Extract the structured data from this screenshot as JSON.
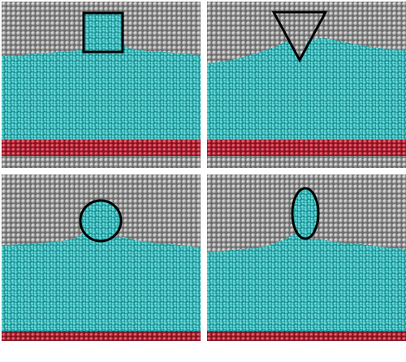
{
  "figure": {
    "panels": [
      {
        "id": "square",
        "indenter_shape": "square"
      },
      {
        "id": "triangle",
        "indenter_shape": "inverted-triangle"
      },
      {
        "id": "circle",
        "indenter_shape": "circle"
      },
      {
        "id": "ellipse",
        "indenter_shape": "vertical-ellipse"
      }
    ],
    "colors": {
      "matrix_atoms": "#9a9a9a",
      "matrix_atom_highlight": "#e6e6e6",
      "filler_atoms": "#2fb2b5",
      "filler_atom_highlight": "#7fe3e3",
      "substrate_atoms": "#c3283a",
      "substrate_atom_highlight": "#ff7a86",
      "indenter_outline": "#000000"
    }
  }
}
